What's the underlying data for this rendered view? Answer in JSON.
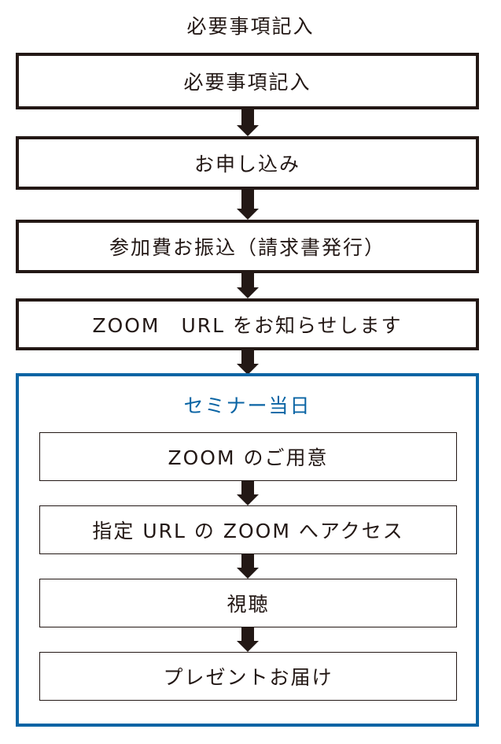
{
  "page_title": "必要事項記入",
  "steps": [
    {
      "label": "必要事項記入"
    },
    {
      "label": "お申し込み"
    },
    {
      "label": "参加費お振込（請求書発行）"
    },
    {
      "label": "ZOOM　URL をお知らせします"
    }
  ],
  "seminar": {
    "title": "セミナー当日",
    "steps": [
      {
        "label": "ZOOM のご用意"
      },
      {
        "label": "指定 URL の ZOOM へアクセス"
      },
      {
        "label": "視聴"
      },
      {
        "label": "プレゼントお届け"
      }
    ]
  },
  "colors": {
    "ink": "#231815",
    "accent": "#0a64a4"
  }
}
